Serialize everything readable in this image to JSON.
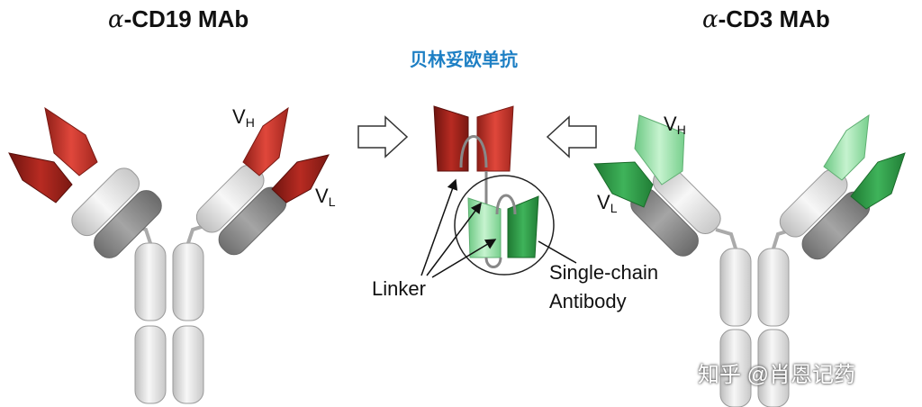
{
  "left_title": {
    "alpha": "α",
    "rest": "-CD19 MAb"
  },
  "right_title": {
    "alpha": "α",
    "rest": "-CD3 MAb"
  },
  "center_title": "贝林妥欧单抗",
  "labels": {
    "vh": {
      "main": "V",
      "sub": "H"
    },
    "vl": {
      "main": "V",
      "sub": "L"
    },
    "linker": "Linker",
    "single_chain_line1": "Single-chain",
    "single_chain_line2": "Antibody"
  },
  "watermark": "知乎 @肖恩记药",
  "colors": {
    "red": "#c0352b",
    "red_dark": "#8f1f18",
    "green": "#2f9a45",
    "green_light": "#8fe0a0",
    "grey": "#888888",
    "white_seg": "#e6e6e6",
    "accent_blue": "#1d7fc4"
  }
}
